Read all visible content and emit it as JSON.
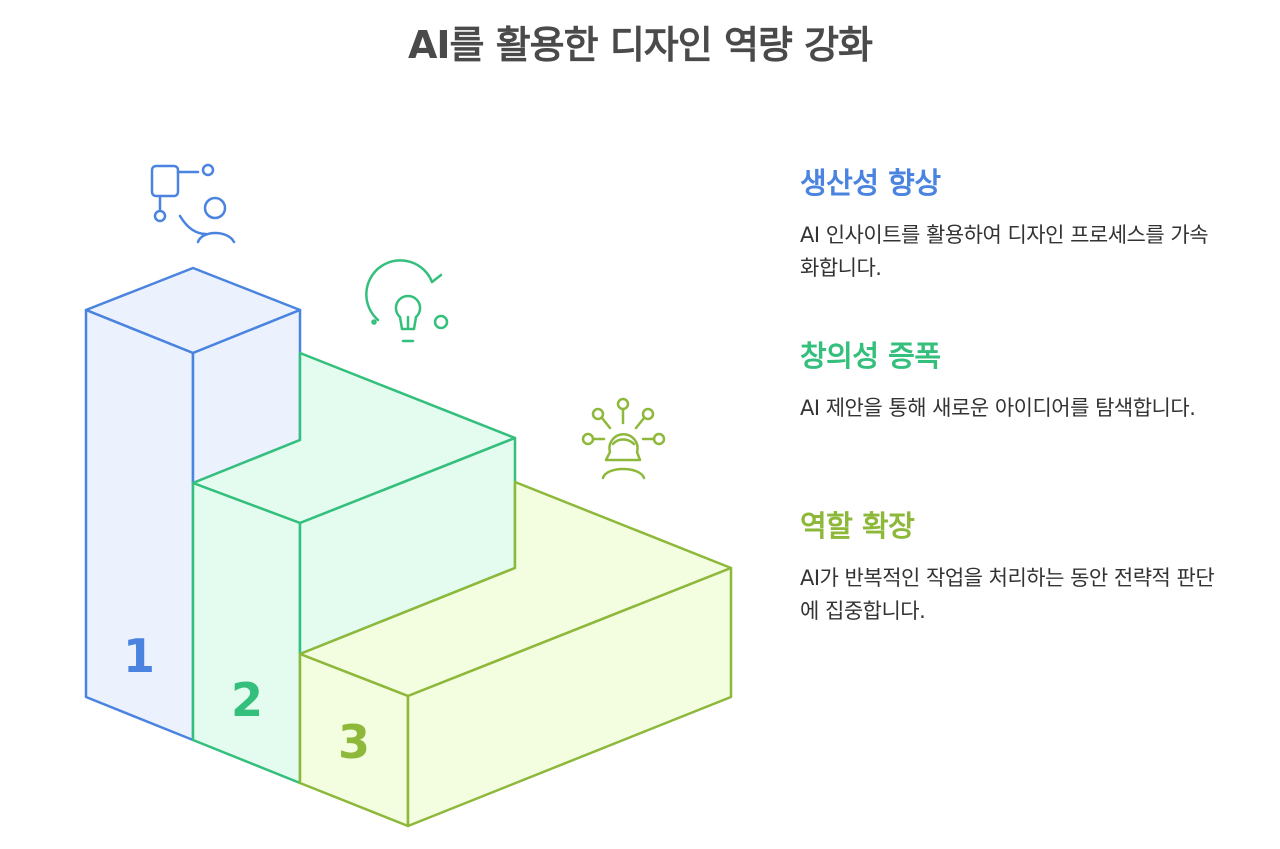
{
  "title": "AI를 활용한 디자인 역량 강화",
  "colors": {
    "step1": "#4a84e0",
    "step1_fill": "#ebf2fd",
    "step2": "#34bf7c",
    "step2_fill": "#e3fcef",
    "step3": "#8db83a",
    "step3_fill": "#f3fddf",
    "text": "#333333"
  },
  "steps": [
    {
      "number": "1",
      "heading": "생산성 향상",
      "description": "AI 인사이트를 활용하여 디자인 프로세스를 가속화합니다.",
      "icon": "user-flowchart-icon"
    },
    {
      "number": "2",
      "heading": "창의성 증폭",
      "description": "AI 제안을 통해 새로운 아이디어를 탐색합니다.",
      "icon": "lightbulb-icon"
    },
    {
      "number": "3",
      "heading": "역할 확장",
      "description": "AI가 반복적인 작업을 처리하는 동안 전략적 판단에 집중합니다.",
      "icon": "person-network-icon"
    }
  ]
}
